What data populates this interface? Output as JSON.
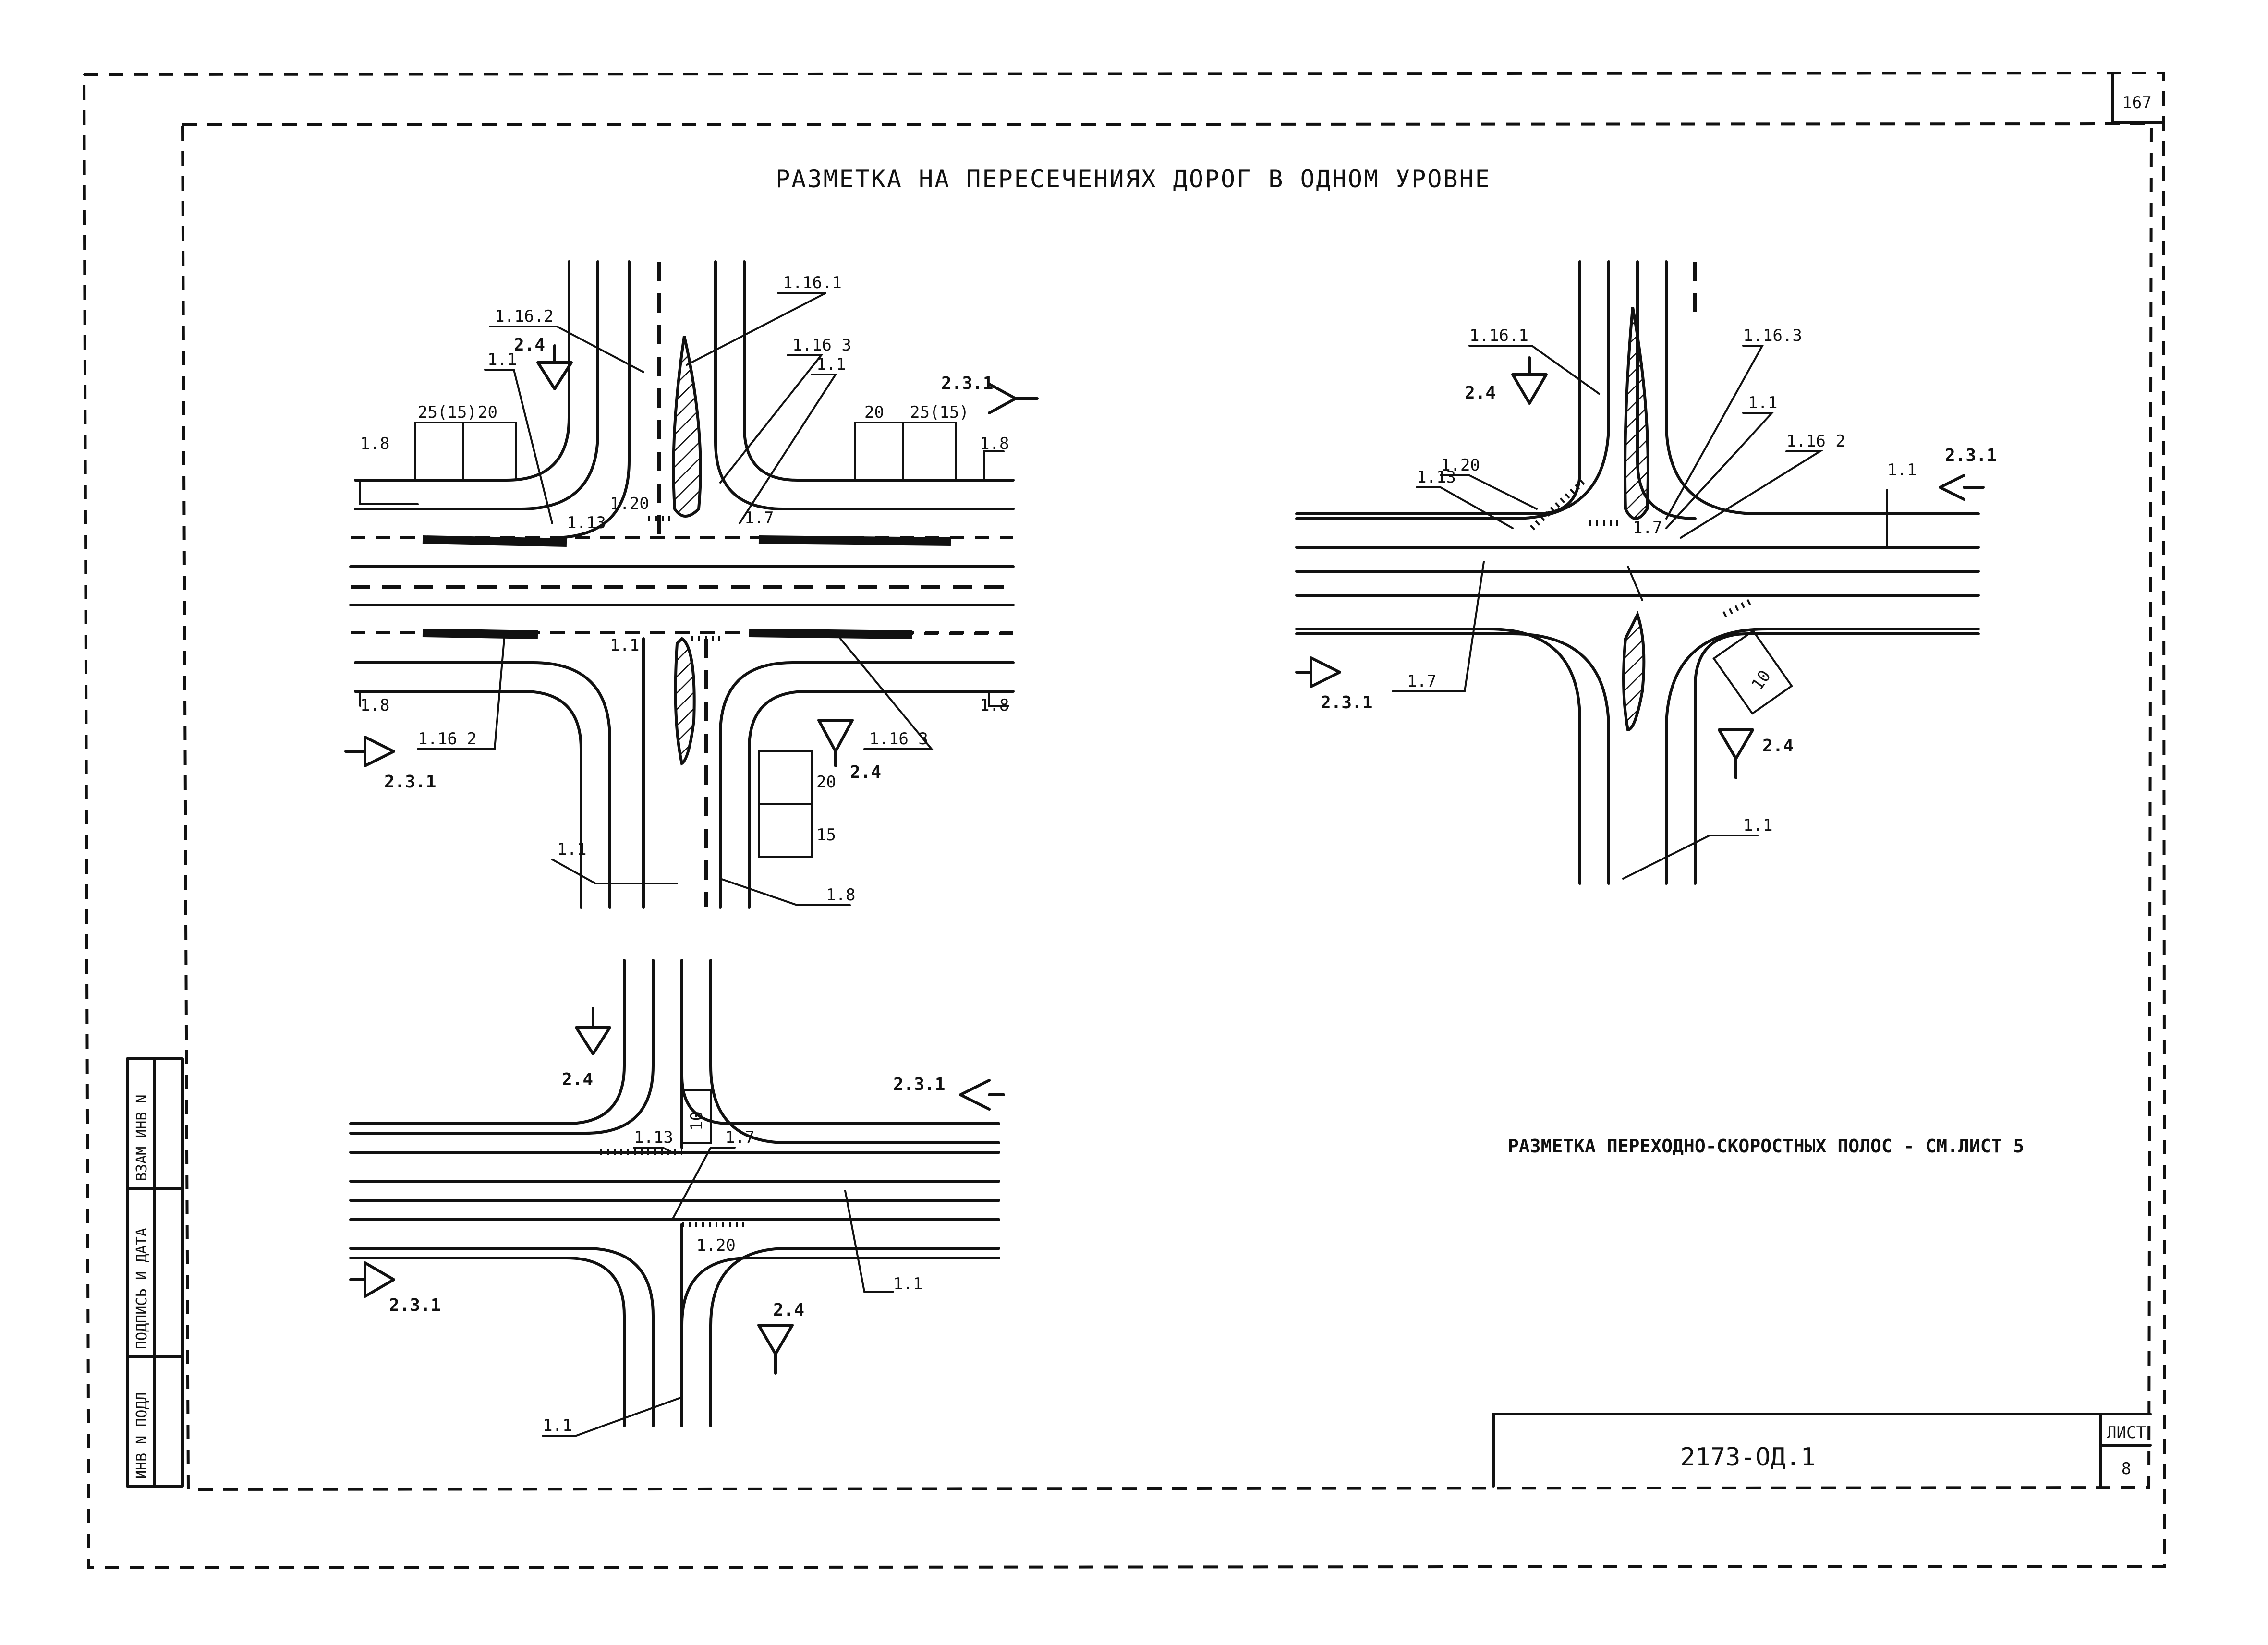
{
  "page_number": "167",
  "title": "РАЗМЕТКА НА ПЕРЕСЕЧЕНИЯХ ДОРОГ В ОДНОМ УРОВНЕ",
  "note": "РАЗМЕТКА ПЕРЕХОДНО-СКОРОСТНЫХ ПОЛОС - СМ.ЛИСТ 5",
  "title_block": {
    "doc_code": "2173-ОД.1",
    "sheet_label": "ЛИСТ",
    "sheet_number": "8"
  },
  "side_stamp": [
    "ИНВ N ПОДЛ",
    "ПОДПИСЬ И ДАТА",
    "ВЗАМ ИНВ N"
  ],
  "diagram_1": {
    "labels": {
      "m1162_top": "1.16.2",
      "m1161_top": "1.16.1",
      "m1163_top": "1.16 3",
      "m11_nw": "1.1",
      "m11_ne": "1.1",
      "sign24_nw": "2.4",
      "sign231_e": "2.3.1",
      "dim_w1": "25(15)",
      "dim_w2": "20",
      "dim_e1": "20",
      "dim_e2": "25(15)",
      "m18_w": "1.8",
      "m18_e": "1.8",
      "m120": "1.20",
      "m113": "1.13",
      "m17": "1.7",
      "m11_mid": "1.1",
      "m18_sw": "1.8",
      "m1162_bot": "1.16 2",
      "sign231_w": "2.3.1",
      "m1163_bot": "1.16 3",
      "sign24_se": "2.4",
      "m18_se": "1.8",
      "dim_s1": "20",
      "dim_s2": "15",
      "m11_bot": "1.1",
      "m18_bot": "1.8"
    }
  },
  "diagram_2": {
    "labels": {
      "m1161": "1.16.1",
      "m1163": "1.16.3",
      "sign24_n": "2.4",
      "m11_ne": "1.1",
      "m1162": "1.16 2",
      "m120": "1.20",
      "m113": "1.13",
      "m11_e": "1.1",
      "sign231_e": "2.3.1",
      "m17_mid": "1.7",
      "sign231_w": "2.3.1",
      "m17_left": "1.7",
      "dim_10": "10",
      "sign24_s": "2.4",
      "m11_s": "1.1"
    }
  },
  "diagram_3": {
    "labels": {
      "sign24_n": "2.4",
      "sign231_e": "2.3.1",
      "m113": "1.13",
      "dim_10": "10",
      "m17": "1.7",
      "m120": "1.20",
      "m11_e": "1.1",
      "sign231_w": "2.3.1",
      "sign24_s": "2.4",
      "m11_s": "1.1"
    }
  }
}
